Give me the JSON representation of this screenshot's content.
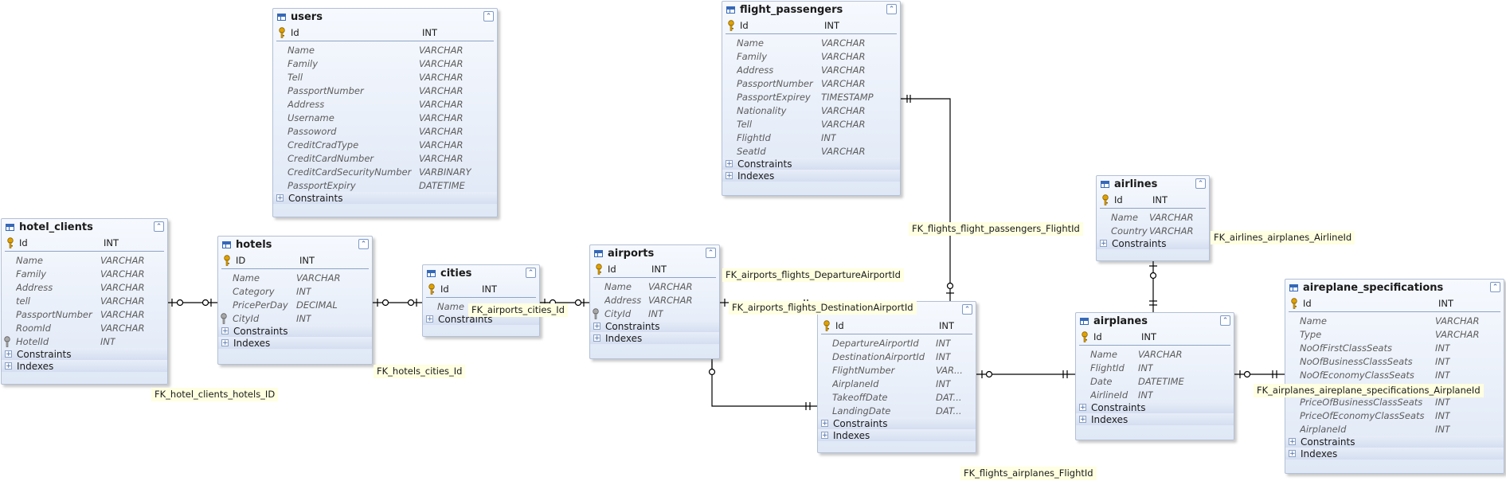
{
  "entities": {
    "users": {
      "name": "users",
      "pk": {
        "name": "Id",
        "type": "INT"
      },
      "columns": [
        {
          "name": "Name",
          "type": "VARCHAR"
        },
        {
          "name": "Family",
          "type": "VARCHAR"
        },
        {
          "name": "Tell",
          "type": "VARCHAR"
        },
        {
          "name": "PassportNumber",
          "type": "VARCHAR"
        },
        {
          "name": "Address",
          "type": "VARCHAR"
        },
        {
          "name": "Username",
          "type": "VARCHAR"
        },
        {
          "name": "Passoword",
          "type": "VARCHAR"
        },
        {
          "name": "CreditCradType",
          "type": "VARCHAR"
        },
        {
          "name": "CreditCardNumber",
          "type": "VARCHAR"
        },
        {
          "name": "CreditCardSecurityNumber",
          "type": "VARBINARY"
        },
        {
          "name": "PassportExpiry",
          "type": "DATETIME"
        }
      ],
      "sections": [
        "Constraints"
      ]
    },
    "flight_passengers": {
      "name": "flight_passengers",
      "pk": {
        "name": "Id",
        "type": "INT"
      },
      "columns": [
        {
          "name": "Name",
          "type": "VARCHAR"
        },
        {
          "name": "Family",
          "type": "VARCHAR"
        },
        {
          "name": "Address",
          "type": "VARCHAR"
        },
        {
          "name": "PassportNumber",
          "type": "VARCHAR"
        },
        {
          "name": "PassportExpirey",
          "type": "TIMESTAMP"
        },
        {
          "name": "Nationality",
          "type": "VARCHAR"
        },
        {
          "name": "Tell",
          "type": "VARCHAR"
        },
        {
          "name": "FlightId",
          "type": "INT"
        },
        {
          "name": "SeatId",
          "type": "VARCHAR"
        }
      ],
      "sections": [
        "Constraints",
        "Indexes"
      ]
    },
    "hotel_clients": {
      "name": "hotel_clients",
      "pk": {
        "name": "Id",
        "type": "INT"
      },
      "columns": [
        {
          "name": "Name",
          "type": "VARCHAR"
        },
        {
          "name": "Family",
          "type": "VARCHAR"
        },
        {
          "name": "Address",
          "type": "VARCHAR"
        },
        {
          "name": "tell",
          "type": "VARCHAR"
        },
        {
          "name": "PassportNumber",
          "type": "VARCHAR"
        },
        {
          "name": "RoomId",
          "type": "VARCHAR"
        },
        {
          "name": "HotelId",
          "type": "INT",
          "fk": true
        }
      ],
      "sections": [
        "Constraints",
        "Indexes"
      ]
    },
    "hotels": {
      "name": "hotels",
      "pk": {
        "name": "ID",
        "type": "INT"
      },
      "columns": [
        {
          "name": "Name",
          "type": "VARCHAR"
        },
        {
          "name": "Category",
          "type": "INT"
        },
        {
          "name": "PricePerDay",
          "type": "DECIMAL"
        },
        {
          "name": "CityId",
          "type": "INT",
          "fk": true
        }
      ],
      "sections": [
        "Constraints",
        "Indexes"
      ]
    },
    "cities": {
      "name": "cities",
      "pk": {
        "name": "Id",
        "type": "INT"
      },
      "columns": [
        {
          "name": "Name",
          "type": ""
        }
      ],
      "sections": [
        "Constraints"
      ]
    },
    "airports": {
      "name": "airports",
      "pk": {
        "name": "Id",
        "type": "INT"
      },
      "columns": [
        {
          "name": "Name",
          "type": "VARCHAR"
        },
        {
          "name": "Address",
          "type": "VARCHAR"
        },
        {
          "name": "CityId",
          "type": "INT",
          "fk": true
        }
      ],
      "sections": [
        "Constraints",
        "Indexes"
      ]
    },
    "flights": {
      "name": "",
      "pk": {
        "name": "Id",
        "type": "INT"
      },
      "columns": [
        {
          "name": "DepartureAirportId",
          "type": "INT"
        },
        {
          "name": "DestinationAirportId",
          "type": "INT"
        },
        {
          "name": "FlightNumber",
          "type": "VAR..."
        },
        {
          "name": "AirplaneId",
          "type": "INT"
        },
        {
          "name": "TakeoffDate",
          "type": "DAT..."
        },
        {
          "name": "LandingDate",
          "type": "DAT..."
        }
      ],
      "sections": [
        "Constraints",
        "Indexes"
      ]
    },
    "airlines": {
      "name": "airlines",
      "pk": {
        "name": "Id",
        "type": "INT"
      },
      "columns": [
        {
          "name": "Name",
          "type": "VARCHAR"
        },
        {
          "name": "Country",
          "type": "VARCHAR"
        }
      ],
      "sections": [
        "Constraints"
      ]
    },
    "airplanes": {
      "name": "airplanes",
      "pk": {
        "name": "Id",
        "type": "INT"
      },
      "columns": [
        {
          "name": "Name",
          "type": "VARCHAR"
        },
        {
          "name": "FlightId",
          "type": "INT"
        },
        {
          "name": "Date",
          "type": "DATETIME"
        },
        {
          "name": "AirlineId",
          "type": "INT"
        }
      ],
      "sections": [
        "Constraints",
        "Indexes"
      ]
    },
    "aireplane_specifications": {
      "name": "aireplane_specifications",
      "pk": {
        "name": "Id",
        "type": "INT"
      },
      "columns": [
        {
          "name": "Name",
          "type": "VARCHAR"
        },
        {
          "name": "Type",
          "type": "VARCHAR"
        },
        {
          "name": "NoOfFirstClassSeats",
          "type": "INT"
        },
        {
          "name": "NoOfBusinessClassSeats",
          "type": "INT"
        },
        {
          "name": "NoOfEconomyClassSeats",
          "type": "INT"
        },
        {
          "name": "PriceOfFirstClassSeats",
          "type": "INT"
        },
        {
          "name": "PriceOfBusinessClassSeats",
          "type": "INT"
        },
        {
          "name": "PriceOfEconomyClassSeats",
          "type": "INT"
        },
        {
          "name": "AirplaneId",
          "type": "INT"
        }
      ],
      "sections": [
        "Constraints",
        "Indexes"
      ]
    }
  },
  "relations": {
    "hotel_clients_hotels": "FK_hotel_clients_hotels_ID",
    "hotels_cities": "FK_hotels_cities_Id",
    "airports_cities": "FK_airports_cities_Id",
    "airports_flights_departure": "FK_airports_flights_DepartureAirportId",
    "airports_flights_destination": "FK_airports_flights_DestinationAirportId",
    "flights_flight_passengers": "FK_flights_flight_passengers_FlightId",
    "airlines_airplanes": "FK_airlines_airplanes_AirlineId",
    "flights_airplanes": "FK_flights_airplanes_FlightId",
    "airplanes_specifications": "FK_airplanes_aireplane_specifications_AirplaneId"
  },
  "colors": {
    "line": "#000000",
    "label_bg": "#ffffe1",
    "header_gradient_top": "#f6f9fe",
    "header_gradient_bottom": "#dfe8f6",
    "pk_key": "#e0a100",
    "fk_key": "#8c8c8c"
  }
}
